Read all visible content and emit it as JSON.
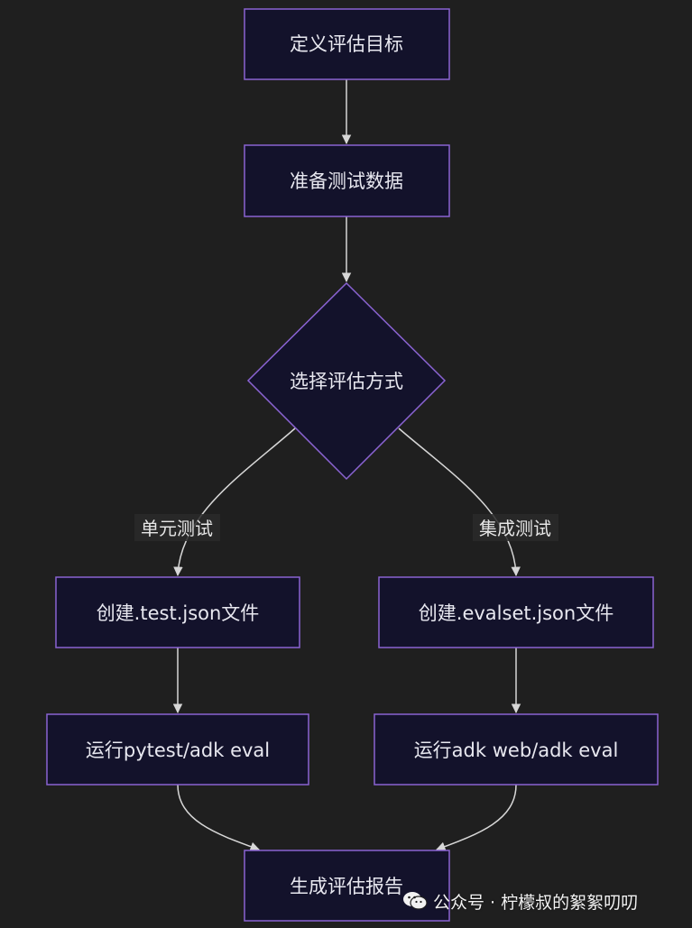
{
  "colors": {
    "background": "#1f1f1f",
    "node_fill": "#13122b",
    "node_stroke": "#8a63d2",
    "edge": "#d7d7d7",
    "text": "#e8e8f0"
  },
  "nodes": {
    "define_goal": "定义评估目标",
    "prepare_data": "准备测试数据",
    "choose_method": "选择评估方式",
    "create_test_json": "创建.test.json文件",
    "create_evalset_json": "创建.evalset.json文件",
    "run_pytest": "运行pytest/adk eval",
    "run_adk_web": "运行adk web/adk eval",
    "generate_report": "生成评估报告"
  },
  "edge_labels": {
    "unit_test": "单元测试",
    "integration_test": "集成测试"
  },
  "watermark": {
    "text": "公众号 · 柠檬叔的絮絮叨叨",
    "icon": "wechat-icon"
  }
}
